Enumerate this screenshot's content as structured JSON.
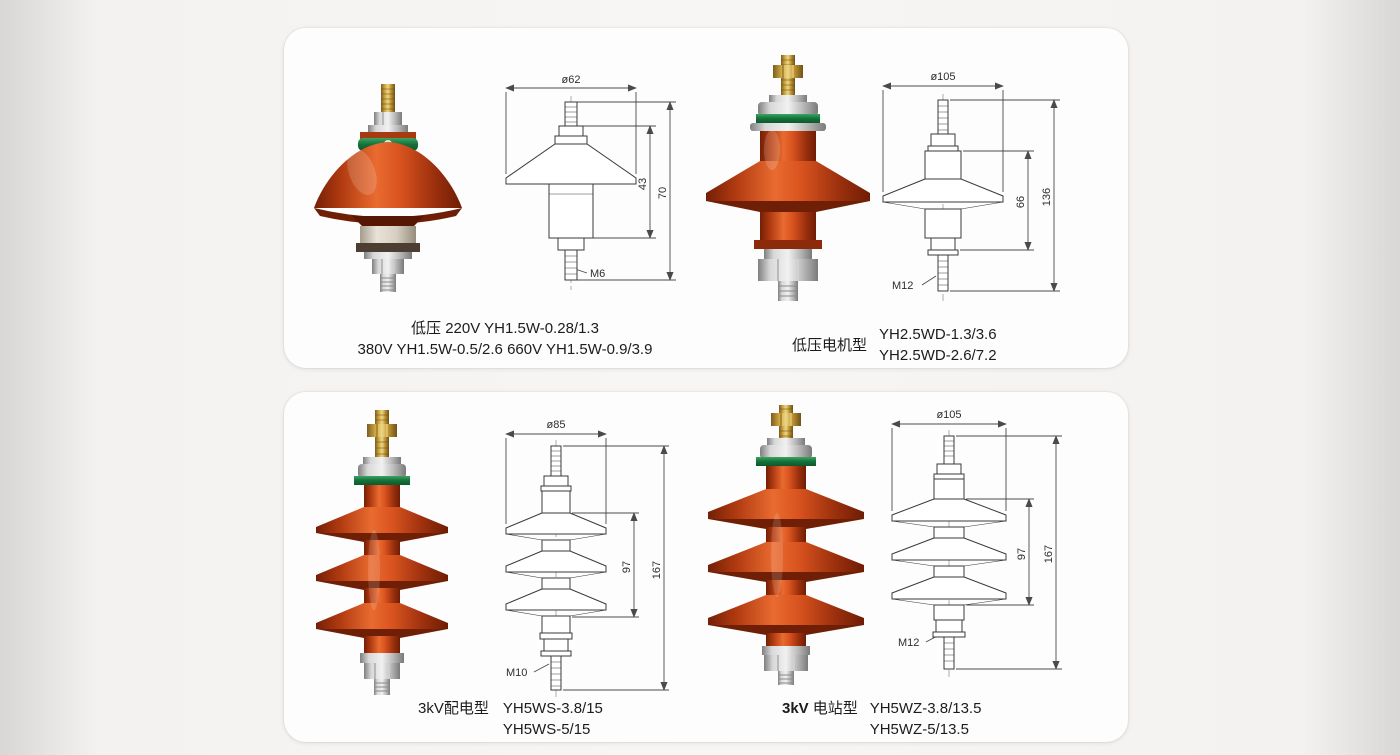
{
  "colors": {
    "arrester_red": "#c8441a",
    "label_green": "#1f8a45",
    "drawing_line": "#4a4a4a"
  },
  "panels": {
    "top": {
      "left": {
        "drawing": {
          "diameter": "ø62",
          "height_inner": "43",
          "height_outer": "70",
          "thread": "M6"
        },
        "caption": {
          "line1": "低压  220V  YH1.5W-0.28/1.3",
          "line2": "380V  YH1.5W-0.5/2.6   660V YH1.5W-0.9/3.9"
        }
      },
      "right": {
        "drawing": {
          "diameter": "ø105",
          "height_inner": "66",
          "height_outer": "136",
          "thread": "M12"
        },
        "caption": {
          "prefix": "低压电机型",
          "line1": "YH2.5WD-1.3/3.6",
          "line2": "YH2.5WD-2.6/7.2"
        }
      }
    },
    "bottom": {
      "left": {
        "drawing": {
          "diameter": "ø85",
          "height_inner": "97",
          "height_outer": "167",
          "thread": "M10"
        },
        "caption": {
          "prefix": "3kV配电型",
          "line1": "YH5WS-3.8/15",
          "line2": "YH5WS-5/15"
        }
      },
      "right": {
        "drawing": {
          "diameter": "ø105",
          "height_inner": "97",
          "height_outer": "167",
          "thread": "M12"
        },
        "caption": {
          "prefix_bold": "3kV",
          "prefix": "电站型",
          "line1": "YH5WZ-3.8/13.5",
          "line2": "YH5WZ-5/13.5"
        }
      }
    }
  }
}
